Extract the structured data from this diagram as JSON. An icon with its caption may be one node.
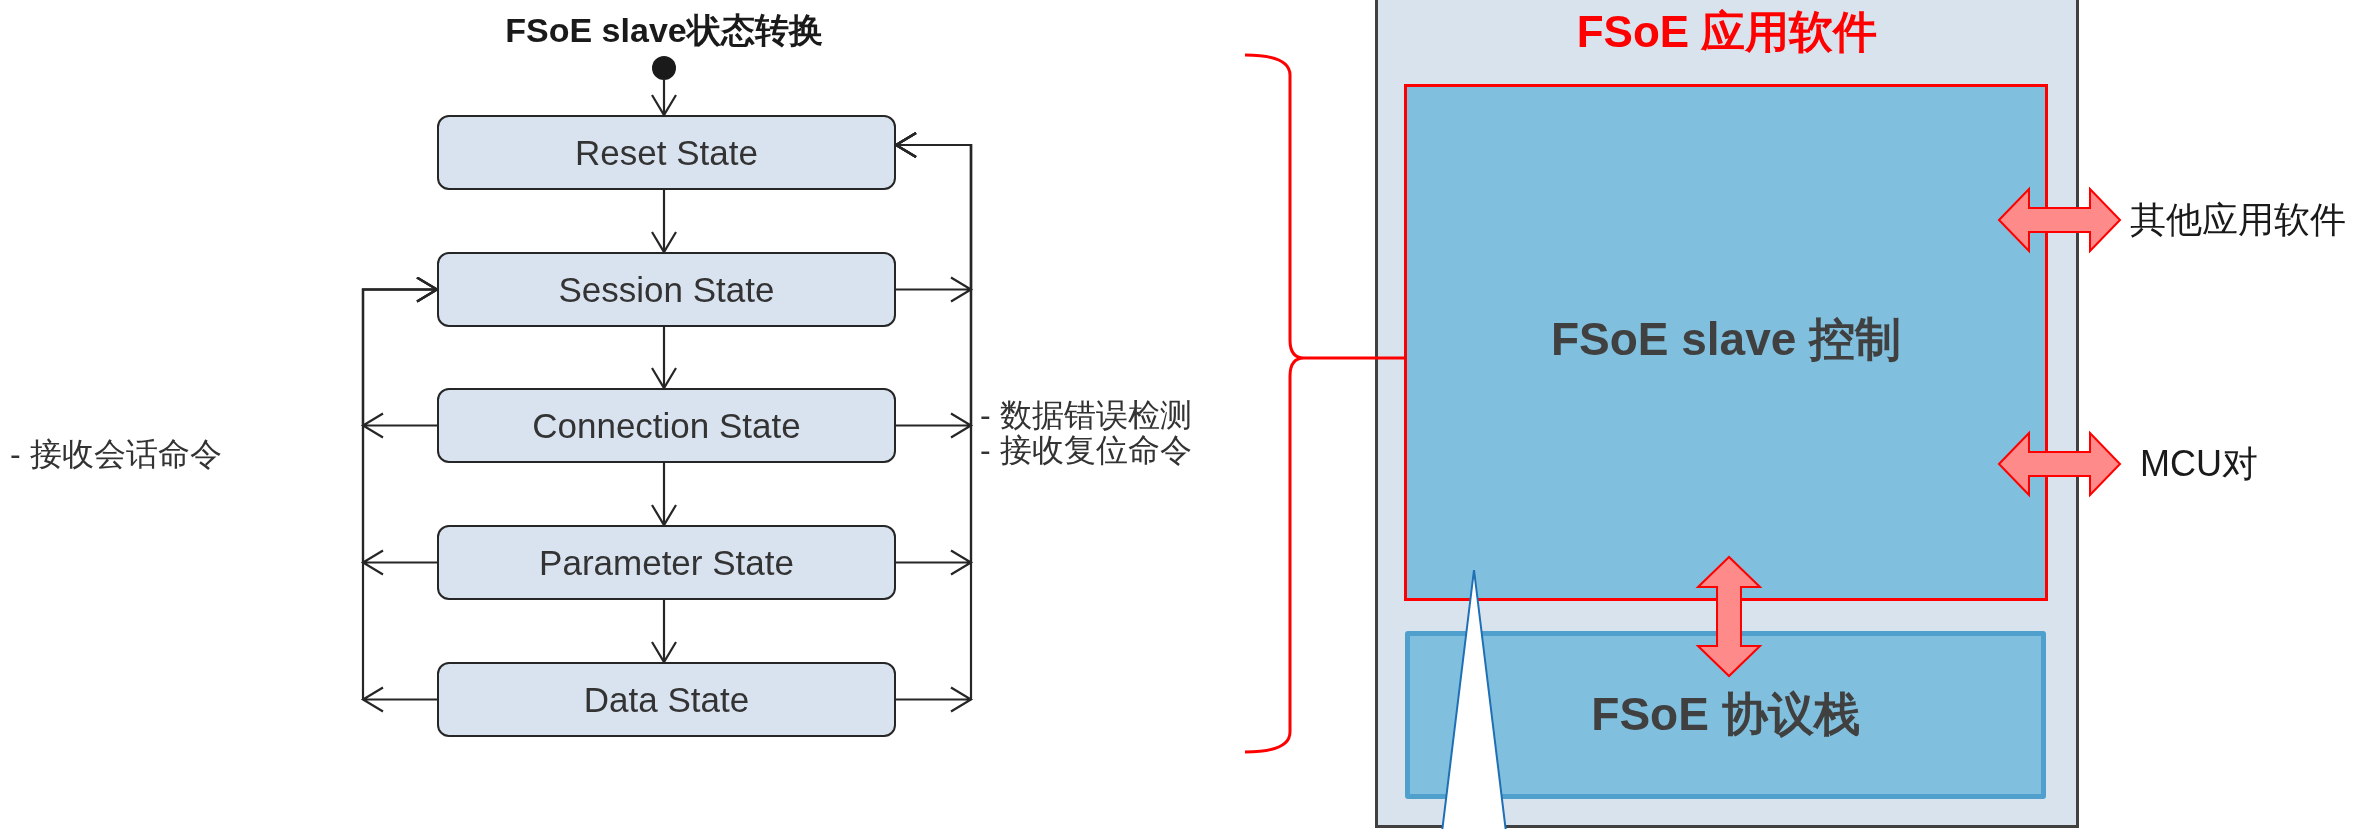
{
  "diagram": {
    "title": "FSoE slave状态转换",
    "nodes": [
      {
        "text": [],
        "shape": "circle"
      },
      {
        "text": [
          "Reset State"
        ]
      },
      {
        "text": [
          "Session State"
        ]
      },
      {
        "text": [
          "Connection State"
        ]
      },
      {
        "text": [
          "Parameter State"
        ]
      },
      {
        "text": [
          "Data State"
        ]
      },
      {
        "text": [
          "FSoE 应用软件"
        ]
      },
      {
        "text": [
          "FSoE slave 控制"
        ],
        "in": 6
      },
      {
        "text": [
          "FSoE 协议栈"
        ],
        "in": 6
      },
      {
        "text": [
          "其他应用软件"
        ]
      },
      {
        "text": [
          "MCU对"
        ]
      },
      {
        "text": [],
        "shape": "bracket"
      }
    ],
    "edges": [
      {
        "from": 0,
        "to": 1,
        "arrow": "to"
      },
      {
        "from": 1,
        "to": 2,
        "arrow": "to"
      },
      {
        "from": 2,
        "to": 3,
        "arrow": "to"
      },
      {
        "from": 3,
        "to": 4,
        "arrow": "to"
      },
      {
        "from": 4,
        "to": 5,
        "arrow": "to"
      },
      {
        "from": 3,
        "to": 2,
        "arrow": "to"
      },
      {
        "from": 4,
        "to": 2,
        "arrow": "to"
      },
      {
        "from": 5,
        "to": 2,
        "arrow": "to"
      },
      {
        "from": 2,
        "to": 1,
        "arrow": "to"
      },
      {
        "from": 3,
        "to": 1,
        "arrow": "to"
      },
      {
        "from": 4,
        "to": 1,
        "arrow": "to"
      },
      {
        "from": 5,
        "to": 1,
        "arrow": "to"
      },
      {
        "from": 11,
        "to": 7,
        "arrow": "none",
        "color": "#ff0000"
      },
      {
        "from": 7,
        "to": 9,
        "arrow": "both",
        "style": "thick",
        "color": "#ff8a8a"
      },
      {
        "from": 7,
        "to": 10,
        "arrow": "both",
        "style": "thick",
        "color": "#ff8a8a"
      },
      {
        "from": 7,
        "to": 8,
        "arrow": "both",
        "style": "thick",
        "color": "#ff8a8a"
      }
    ],
    "labels": [
      "- 接收会话命令",
      "- 数据错误检测",
      "- 接收复位命令"
    ]
  }
}
